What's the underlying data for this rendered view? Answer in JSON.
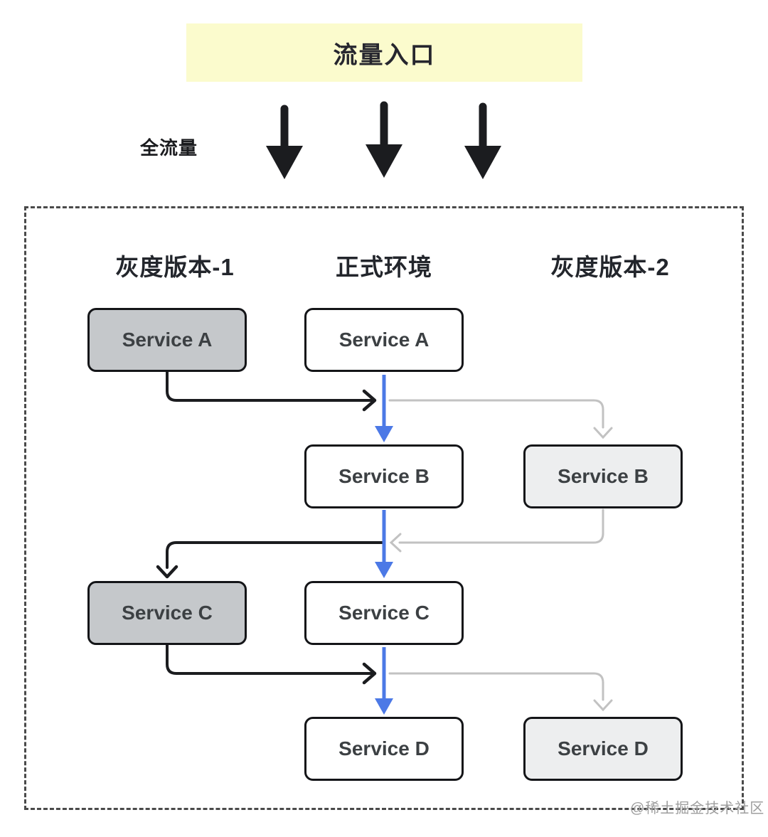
{
  "diagram": {
    "entry_banner": "流量入口",
    "traffic_label": "全流量",
    "columns": [
      {
        "id": "gray-version-1",
        "label": "灰度版本-1"
      },
      {
        "id": "production",
        "label": "正式环境"
      },
      {
        "id": "gray-version-2",
        "label": "灰度版本-2"
      }
    ],
    "nodes": [
      {
        "id": "service-a-gray1",
        "label": "Service A",
        "column": "gray-version-1",
        "variant": "gray"
      },
      {
        "id": "service-a-prod",
        "label": "Service A",
        "column": "production",
        "variant": "white"
      },
      {
        "id": "service-b-prod",
        "label": "Service B",
        "column": "production",
        "variant": "white"
      },
      {
        "id": "service-b-gray2",
        "label": "Service B",
        "column": "gray-version-2",
        "variant": "lightgray"
      },
      {
        "id": "service-c-gray1",
        "label": "Service C",
        "column": "gray-version-1",
        "variant": "gray"
      },
      {
        "id": "service-c-prod",
        "label": "Service C",
        "column": "production",
        "variant": "white"
      },
      {
        "id": "service-d-prod",
        "label": "Service D",
        "column": "production",
        "variant": "white"
      },
      {
        "id": "service-d-gray2",
        "label": "Service D",
        "column": "gray-version-2",
        "variant": "lightgray"
      }
    ],
    "watermark": "@稀土掘金技术社区",
    "colors": {
      "banner_bg": "#FBFBCD",
      "node_gray": "#C5C8CB",
      "node_lightgray": "#EDEEEF",
      "arrow_black": "#1B1C1F",
      "arrow_blue": "#4C79E6",
      "arrow_gray": "#C2C2C2",
      "border_dashed": "#4A4A4A"
    }
  }
}
